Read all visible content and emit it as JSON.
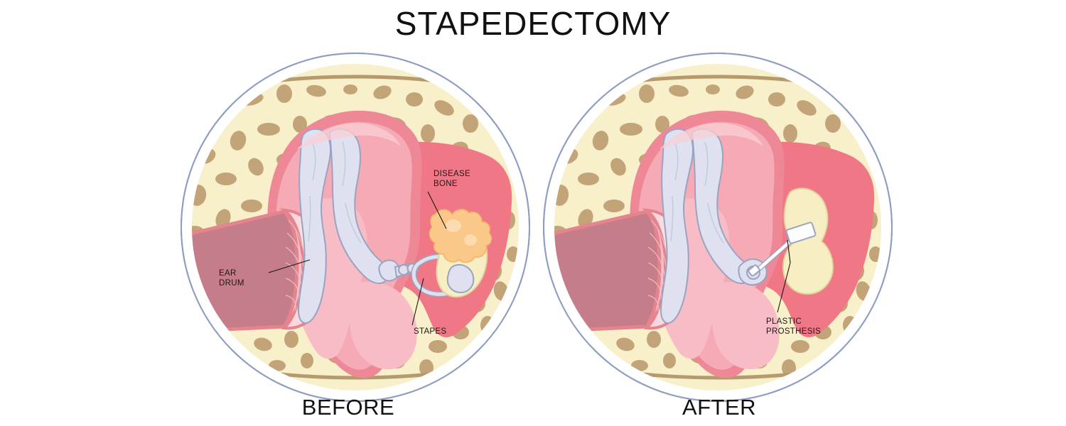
{
  "title": "STAPEDECTOMY",
  "panels": [
    {
      "id": "before",
      "caption": "BEFORE",
      "labels": [
        {
          "name": "disease-bone",
          "line1": "DISEASE",
          "line2": "BONE"
        },
        {
          "name": "stapes",
          "line1": "STAPES",
          "line2": ""
        },
        {
          "name": "ear-drum",
          "line1": "EAR",
          "line2": "DRUM"
        }
      ]
    },
    {
      "id": "after",
      "caption": "AFTER",
      "labels": [
        {
          "name": "plastic-prosthesis",
          "line1": "PLASTIC",
          "line2": "PROSTHESIS"
        }
      ]
    }
  ],
  "colors": {
    "background": "#ffffff",
    "title_text": "#111111",
    "label_text": "#1a1a1a",
    "circle_border": "#8e9dc4",
    "marrow_fill": "#f8efcb",
    "trabecula": "#c3a478",
    "cortical_line": "#b59a6d",
    "otosclerosis_dark_pink": "#f07785",
    "middle_ear_pink": "#f4aebb",
    "mucosa_pink": "#f6c2cb",
    "cavity_light": "#f7b9c4",
    "ossicle_fill": "#dfe1f0",
    "ossicle_stroke": "#9aa3c0",
    "ear_canal": "#c47d89",
    "eardrum_membrane": "#fbdfe3",
    "diseased_bone": "#fac98a",
    "cochlea_fill": "#f7eec4",
    "prosthesis": "#fdfdfd",
    "leader_line": "#1a1a1a"
  },
  "chart_data": {
    "type": "diagram",
    "title": "STAPEDECTOMY",
    "panel_count": 2,
    "panel_titles": [
      "BEFORE",
      "AFTER"
    ],
    "annotations": [
      "DISEASE BONE",
      "STAPES",
      "EAR DRUM",
      "PLASTIC PROSTHESIS"
    ]
  }
}
